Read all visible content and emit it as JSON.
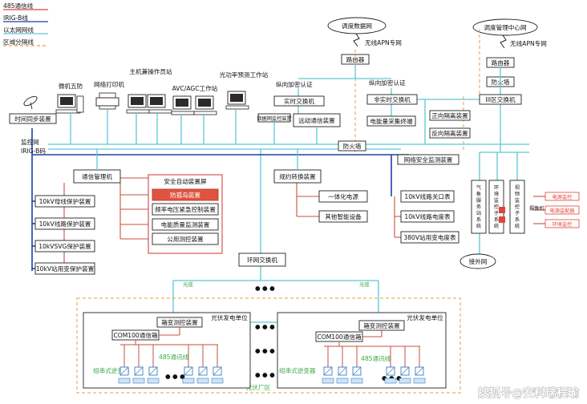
{
  "legend": [
    {
      "label": "485通信线",
      "color": "#e0453a"
    },
    {
      "label": "IRIG-B线",
      "color": "#1f3fa6"
    },
    {
      "label": "以太网网线",
      "color": "#5ec6d8"
    },
    {
      "label": "区域分隔线",
      "color": "#e3a040"
    }
  ],
  "top": {
    "dispatch_net": "调度数据网",
    "dispatch_center": "调度管理中心网",
    "apn": "无线APN专网",
    "router": "路由器",
    "firewall": "防火墙",
    "vertical_auth": "纵向加密认证",
    "realtime_switch": "实时交换机",
    "nonrealtime_switch": "非实时交换机",
    "zone3_switch": "III区交换机",
    "forward_isolation": "正向隔离装置",
    "reverse_isolation": "反向隔离装置",
    "energy_terminal": "电能量采集终端",
    "net_security": "网络安全监测装置",
    "firewall_mid": "防火墙",
    "remote_device": "远动通信装置",
    "net_monitor": "数据网监控装置",
    "time_sync": "时间同步装置",
    "monitor_net": "监控网",
    "irig_b": "IRIG-B码"
  },
  "workstations": [
    {
      "label": "微机五防"
    },
    {
      "label": "网络打印机"
    },
    {
      "label": "主机兼操作员站"
    },
    {
      "label": "AVC/AGC工作站"
    },
    {
      "label": "光功率预测工作站"
    }
  ],
  "mid": {
    "comm_manager": "通信管理机",
    "safety_panel": "安全自动装置屏",
    "anti_island": "防孤岛装置",
    "freq_voltage": "频率电压紧急控制装置",
    "power_quality": "电能质量监测装置",
    "public_measure": "公用测控装置",
    "protocol_conv": "规约转换装置",
    "integrated_power": "一体化电源",
    "other_devices": "其他智能设备",
    "ring_switch": "环网交换机"
  },
  "protections": [
    {
      "label": "10kV母线保护装置"
    },
    {
      "label": "10kV线路保护装置"
    },
    {
      "label": "10kVSVG保护装置"
    },
    {
      "label": "10kV站用变保护装置"
    }
  ],
  "meters": [
    {
      "label": "10kV线路关口表"
    },
    {
      "label": "10kV线路电度表"
    },
    {
      "label": "380V站用变电度表"
    }
  ],
  "side_systems": [
    {
      "label": "气象服务站系统"
    },
    {
      "label": "环境监控子系统"
    },
    {
      "label": "视频监控子系统"
    }
  ],
  "video_items": {
    "camera": "摄像机",
    "alarm1": "电源监控",
    "alarm2": "电源监配器",
    "alarm3": "环境监控"
  },
  "external_net": "接外网",
  "pv": {
    "optical": "光缆",
    "unit": "光伏发电单位",
    "box_measure": "箱变测控装置",
    "com100": "COM100通信箱",
    "rs485": "485通讯线",
    "inverter": "组串式逆变器",
    "plant_zone": "光伏厂区",
    "ellipsis": "● ● ●"
  },
  "watermark": "搜狐号@安科瑞程瑜"
}
